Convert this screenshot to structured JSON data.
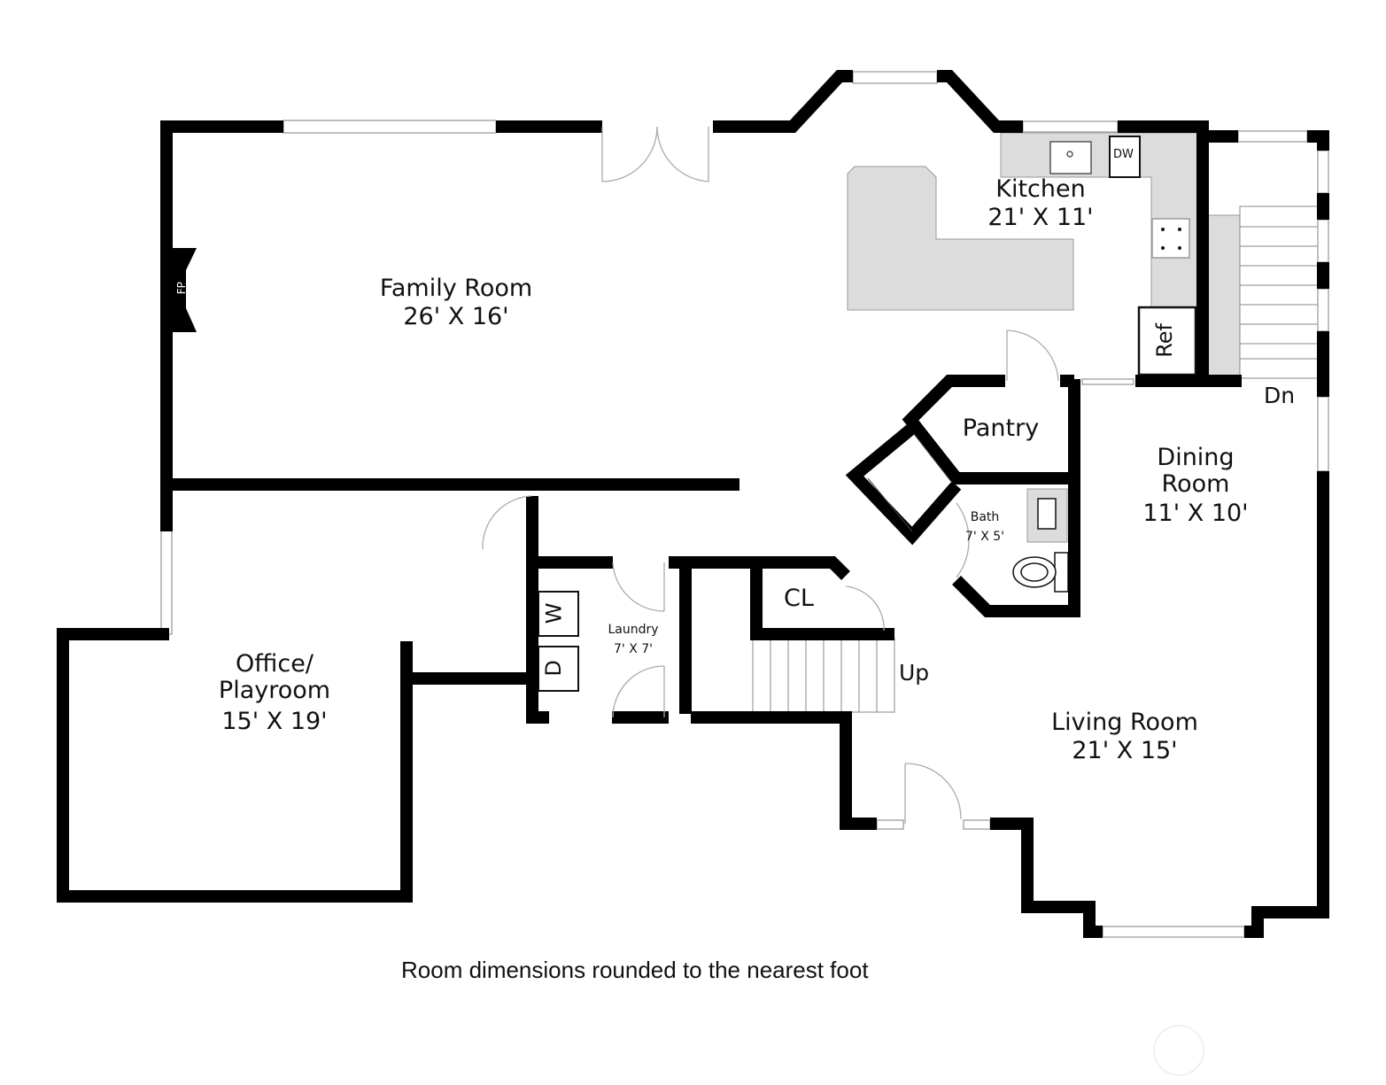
{
  "floorplan": {
    "rooms": [
      {
        "id": "family-room",
        "name": "Family Room",
        "dims": "26' X 16'"
      },
      {
        "id": "kitchen",
        "name": "Kitchen",
        "dims": "21' X 11'"
      },
      {
        "id": "pantry",
        "name": "Pantry",
        "dims": ""
      },
      {
        "id": "dining-room",
        "name": "Dining Room",
        "name_line1": "Dining",
        "name_line2": "Room",
        "dims": "11' X 10'"
      },
      {
        "id": "bath",
        "name": "Bath",
        "dims": "7' X 5'"
      },
      {
        "id": "laundry",
        "name": "Laundry",
        "dims": "7' X 7'"
      },
      {
        "id": "closet",
        "name": "CL",
        "dims": ""
      },
      {
        "id": "office-playroom",
        "name": "Office/ Playroom",
        "name_line1": "Office/",
        "name_line2": "Playroom",
        "dims": "15' X 19'"
      },
      {
        "id": "living-room",
        "name": "Living Room",
        "dims": "21' X 15'"
      }
    ],
    "fixtures": {
      "fireplace": "FP",
      "dishwasher": "DW",
      "refrigerator": "Ref",
      "washer": "W",
      "dryer": "D"
    },
    "stairs": {
      "up": "Up",
      "down": "Dn"
    },
    "footnote": "Room dimensions rounded to the nearest foot",
    "colors": {
      "wall": "#000000",
      "counter": "#dcdcdc",
      "window": "#bdbdbd",
      "background": "#ffffff"
    }
  }
}
